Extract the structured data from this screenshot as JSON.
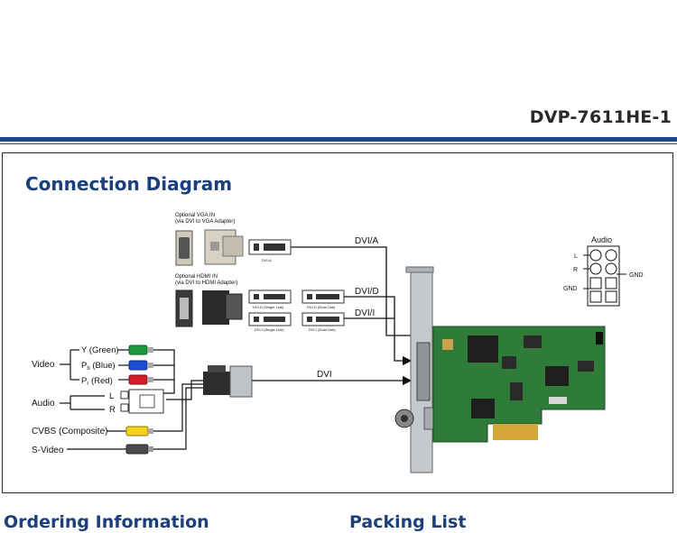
{
  "header": {
    "model": "DVP-7611HE-1"
  },
  "diagram": {
    "title": "Connection Diagram",
    "vga_caption_1": "Optional VGA IN",
    "vga_caption_2": "(via DVI to VGA Adapter)",
    "hdmi_caption_1": "Optional HDMI IN",
    "hdmi_caption_2": "(via DVI to HDMI Adapter)",
    "dvi_a_small": "DVI-A",
    "dvi_d_single_small": "DVI-D (Single Link)",
    "dvi_d_dual_small": "DVI-D (Dual Link)",
    "dvi_i_single_small": "DVI-I (Single Link)",
    "dvi_i_dual_small": "DVI-I (Dual Link)",
    "label_dvi_a": "DVI/A",
    "label_dvi_d": "DVI/D",
    "label_dvi_i": "DVI/I",
    "label_dvi": "DVI",
    "video": "Video",
    "y_green": "Y (Green)",
    "pb_blue": "P",
    "pb_sub": "b",
    "pb_suffix": " (Blue)",
    "pr_red": "P",
    "pr_sub": "r",
    "pr_suffix": " (Red)",
    "audio": "Audio",
    "audio_l": "L",
    "audio_r": "R",
    "cvbs": "CVBS (Composite)",
    "svideo": "S-Video",
    "header_title": "Audio",
    "header_l": "L",
    "header_r": "R",
    "header_gnd_left": "GND",
    "header_gnd_right": "GND"
  },
  "sections": {
    "ordering": "Ordering Information",
    "packing": "Packing List"
  },
  "colors": {
    "brand_blue": "#1b4a86",
    "pcb_green": "#2e7d32",
    "bracket": "#b8bcc0"
  }
}
